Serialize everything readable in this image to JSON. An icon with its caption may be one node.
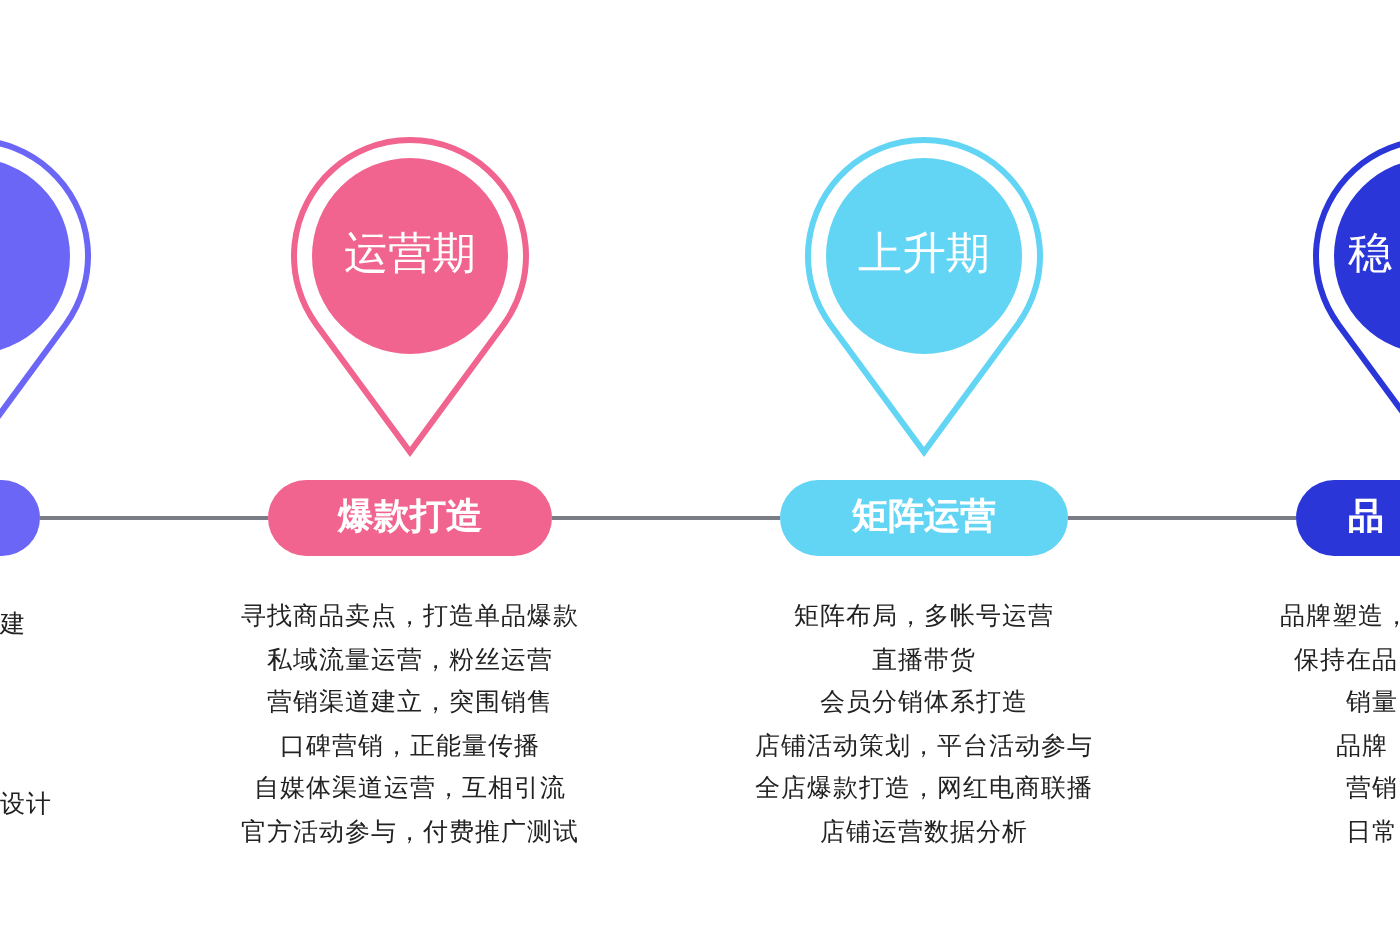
{
  "diagram": {
    "nodes": [
      {
        "text": [],
        "shape": "circle"
      },
      {
        "text": [],
        "shape": "box"
      },
      {
        "text": [
          "运营期"
        ]
      },
      {
        "text": [
          "爆款打造"
        ],
        "beside": [
          "寻找商品卖点，打造单品爆款",
          "私域流量运营，粉丝运营",
          "营销渠道建立，突围销售",
          "口碑营销，正能量传播",
          "自媒体渠道运营，互相引流",
          "官方活动参与，付费推广测试"
        ]
      },
      {
        "text": [
          "上升期"
        ]
      },
      {
        "text": [
          "矩阵运营"
        ],
        "beside": [
          "矩阵布局，多帐号运营",
          "直播带货",
          "会员分销体系打造",
          "店铺活动策划，平台活动参与",
          "全店爆款打造，网红电商联播",
          "店铺运营数据分析"
        ]
      },
      {
        "text": [
          "稳"
        ]
      },
      {
        "text": [
          "品"
        ],
        "beside": [
          "品牌塑造，",
          "保持在品",
          "销量",
          "品牌",
          "营销",
          "日常"
        ]
      }
    ],
    "labels": [
      "建",
      "设计"
    ],
    "edges": [
      {
        "from": 1,
        "to": 3,
        "arrow": "none"
      },
      {
        "from": 3,
        "to": 5,
        "arrow": "none"
      },
      {
        "from": 5,
        "to": 7,
        "arrow": "none"
      }
    ]
  }
}
